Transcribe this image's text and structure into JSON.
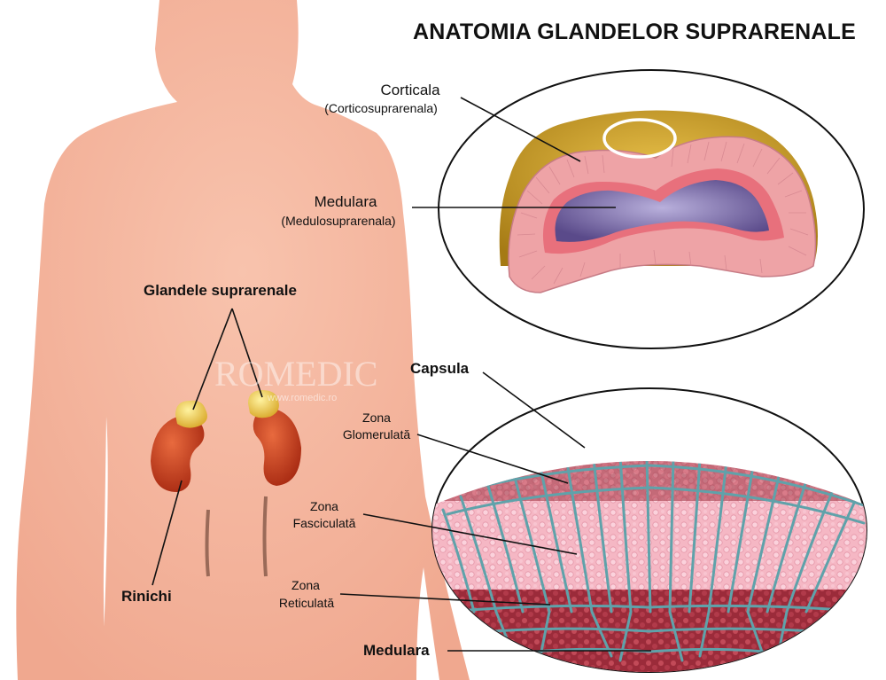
{
  "title": "ANATOMIA GLANDELOR SUPRARENALE",
  "labels": {
    "glandele": "Glandele suprarenale",
    "rinichi": "Rinichi",
    "corticala": "Corticala",
    "corticala_sub": "(Corticosuprarenala)",
    "medulara_top": "Medulara",
    "medulara_top_sub": "(Medulosuprarenala)",
    "capsula": "Capsula",
    "zona_glom_1": "Zona",
    "zona_glom_2": "Glomerulată",
    "zona_fasc_1": "Zona",
    "zona_fasc_2": "Fasciculată",
    "zona_ret_1": "Zona",
    "zona_ret_2": "Reticulată",
    "medulara_bottom": "Medulara"
  },
  "watermark": {
    "brand": "ROMEDIC",
    "url": "www.romedic.ro"
  },
  "colors": {
    "skin": "#f6b79f",
    "kidney": "#c9401f",
    "adrenal": "#f2d24a",
    "cortex_pink": "#eca8a8",
    "medulla_purple": "#6e5c9a",
    "capsule_teal": "#2f6f86",
    "vessel": "#5fa2aa"
  }
}
